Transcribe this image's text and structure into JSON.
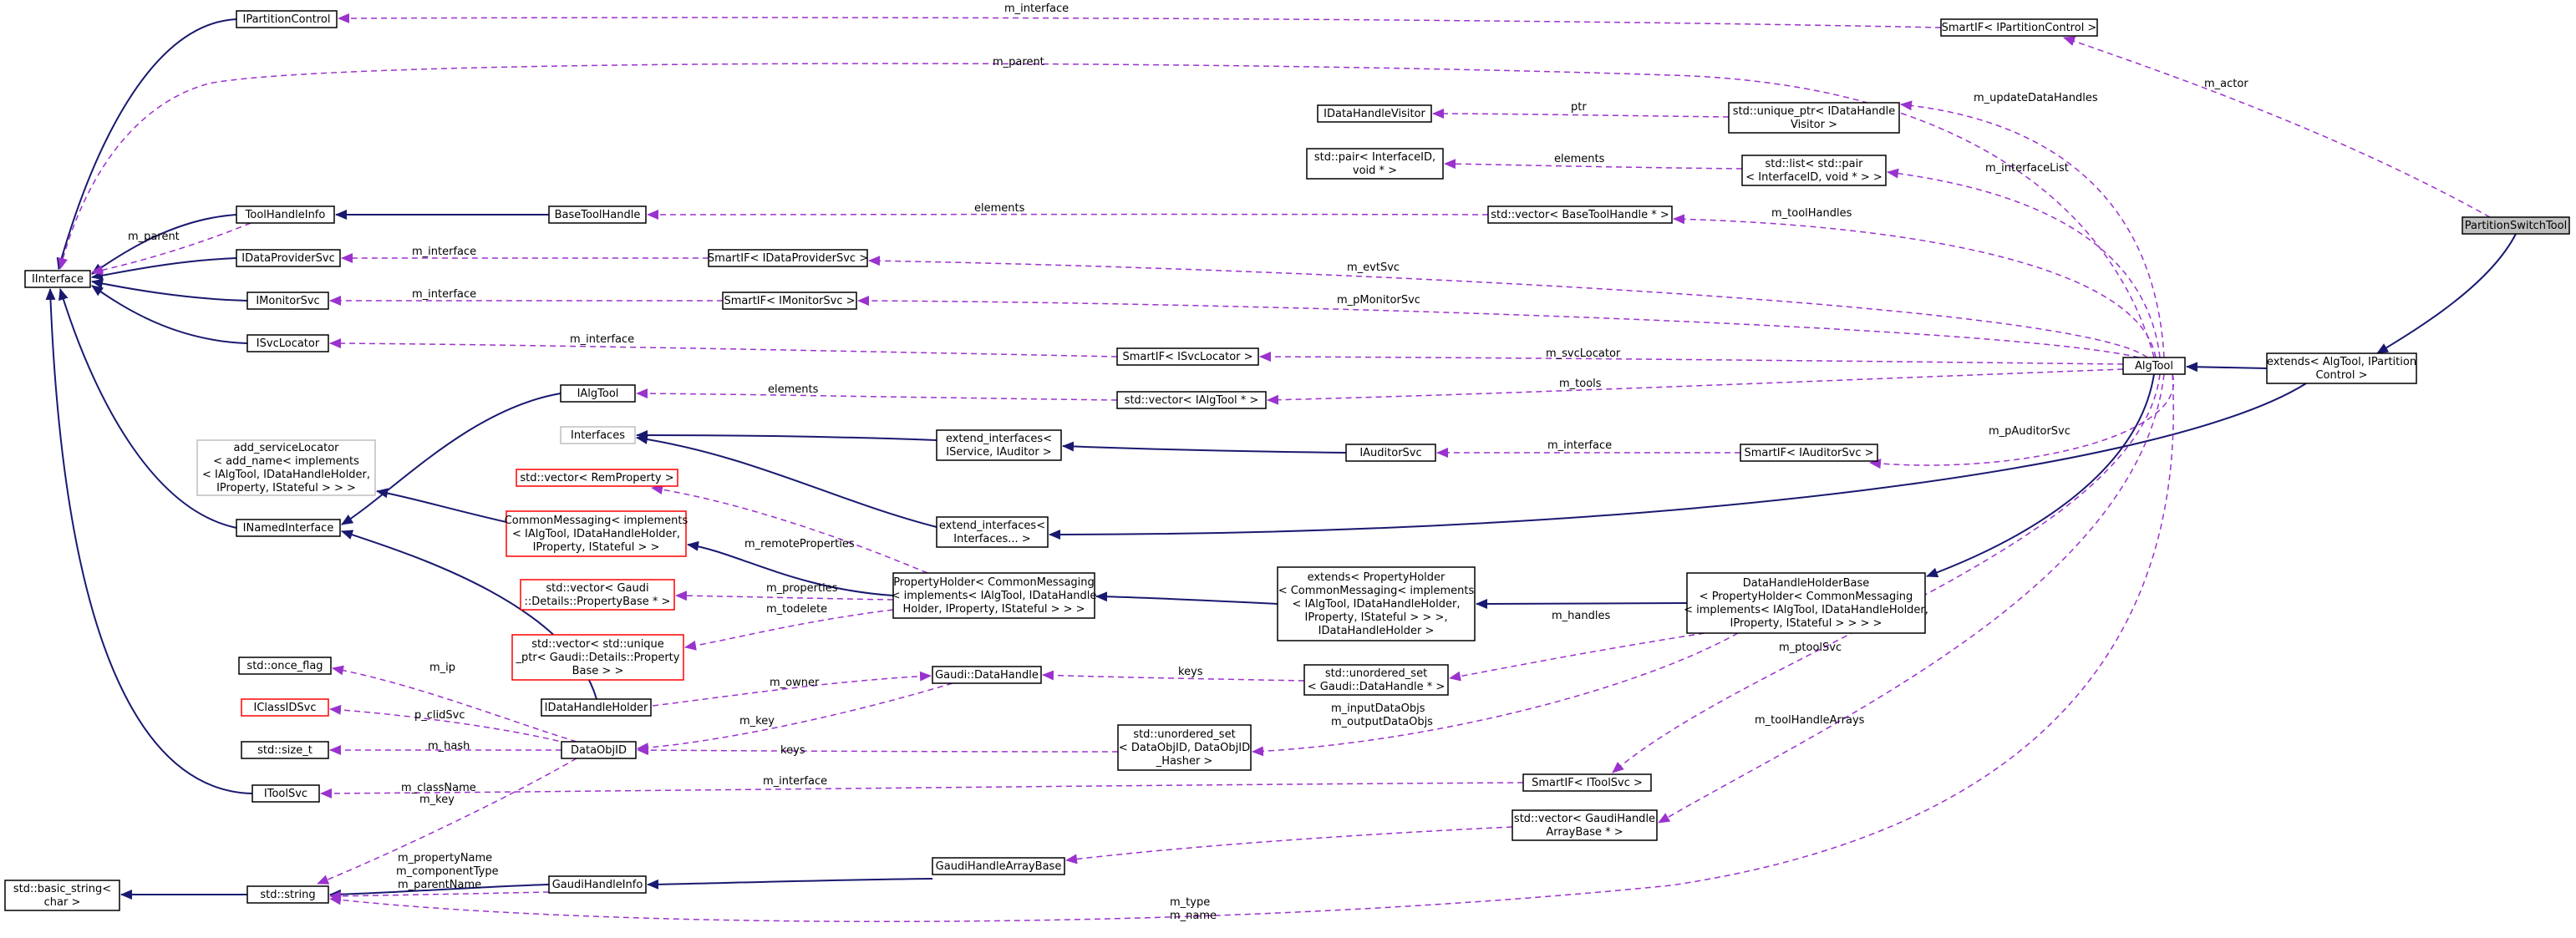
{
  "nodes": [
    {
      "id": "ipartitioncontrol",
      "lines": [
        "IPartitionControl"
      ]
    },
    {
      "id": "iinterface",
      "lines": [
        "IInterface"
      ]
    },
    {
      "id": "toolhandleinfo",
      "lines": [
        "ToolHandleInfo"
      ]
    },
    {
      "id": "idataprovidersvc",
      "lines": [
        "IDataProviderSvc"
      ]
    },
    {
      "id": "imonitorsvc",
      "lines": [
        "IMonitorSvc"
      ]
    },
    {
      "id": "isvclocator",
      "lines": [
        "ISvcLocator"
      ]
    },
    {
      "id": "add-servicelocator",
      "lines": [
        "add_serviceLocator",
        "< add_name< implements",
        "< IAlgTool, IDataHandleHolder,",
        "IProperty, IStateful > > >"
      ]
    },
    {
      "id": "inamedinterface",
      "lines": [
        "INamedInterface"
      ]
    },
    {
      "id": "std-once-flag",
      "lines": [
        "std::once_flag"
      ]
    },
    {
      "id": "iclassidsvc",
      "lines": [
        "IClassIDSvc"
      ]
    },
    {
      "id": "std-size-t",
      "lines": [
        "std::size_t"
      ]
    },
    {
      "id": "itoolsvc",
      "lines": [
        "IToolSvc"
      ]
    },
    {
      "id": "std-basic-string",
      "lines": [
        "std::basic_string<",
        "char >"
      ]
    },
    {
      "id": "std-string",
      "lines": [
        "std::string"
      ]
    },
    {
      "id": "basetoolhandle",
      "lines": [
        "BaseToolHandle"
      ]
    },
    {
      "id": "ialgtool",
      "lines": [
        "IAlgTool"
      ]
    },
    {
      "id": "interfaces",
      "lines": [
        "Interfaces"
      ]
    },
    {
      "id": "vector-remproperty",
      "lines": [
        "std::vector< RemProperty >"
      ]
    },
    {
      "id": "commonmessaging",
      "lines": [
        "CommonMessaging< implements",
        "< IAlgTool, IDataHandleHolder,",
        "IProperty, IStateful > >"
      ]
    },
    {
      "id": "vector-propertybase",
      "lines": [
        "std::vector< Gaudi",
        "::Details::PropertyBase * >"
      ]
    },
    {
      "id": "vector-unique-propertybase",
      "lines": [
        "std::vector< std::unique",
        "_ptr< Gaudi::Details::Property",
        "Base > >"
      ]
    },
    {
      "id": "idatahandleholder",
      "lines": [
        "IDataHandleHolder"
      ]
    },
    {
      "id": "dataobjid",
      "lines": [
        "DataObjID"
      ]
    },
    {
      "id": "gaudihandleinfo",
      "lines": [
        "GaudiHandleInfo"
      ]
    },
    {
      "id": "smartif-ipartitioncontrol",
      "lines": [
        "SmartIF< IPartitionControl >"
      ]
    },
    {
      "id": "idatahandlevisitor",
      "lines": [
        "IDataHandleVisitor"
      ]
    },
    {
      "id": "pair-interfaceid",
      "lines": [
        "std::pair< InterfaceID,",
        "void * >"
      ]
    },
    {
      "id": "smartif-idataprovidersvc",
      "lines": [
        "SmartIF< IDataProviderSvc >"
      ]
    },
    {
      "id": "smartif-imonitorsvc",
      "lines": [
        "SmartIF< IMonitorSvc >"
      ]
    },
    {
      "id": "extend-interfaces-iservice",
      "lines": [
        "extend_interfaces<",
        "IService, IAuditor >"
      ]
    },
    {
      "id": "extend-interfaces-interfaces",
      "lines": [
        "extend_interfaces<",
        "Interfaces... >"
      ]
    },
    {
      "id": "propertyholder",
      "lines": [
        "PropertyHolder< CommonMessaging",
        "< implements< IAlgTool, IDataHandle",
        "Holder, IProperty, IStateful > > >"
      ]
    },
    {
      "id": "gaudi-datahandle",
      "lines": [
        "Gaudi::DataHandle"
      ]
    },
    {
      "id": "unordered-set-dataobjid",
      "lines": [
        "std::unordered_set",
        "< DataObjID, DataObjID",
        "_Hasher >"
      ]
    },
    {
      "id": "gaudihandlearraybase",
      "lines": [
        "GaudiHandleArrayBase"
      ]
    },
    {
      "id": "unique-ptr-idatahandlevisitor",
      "lines": [
        "std::unique_ptr< IDataHandle",
        "Visitor >"
      ]
    },
    {
      "id": "list-pair-interfaceid",
      "lines": [
        "std::list< std::pair",
        "< InterfaceID, void * > >"
      ]
    },
    {
      "id": "vector-basetoolhandle",
      "lines": [
        "std::vector< BaseToolHandle * >"
      ]
    },
    {
      "id": "smartif-isvclocator",
      "lines": [
        "SmartIF< ISvcLocator >"
      ]
    },
    {
      "id": "vector-ialgtool",
      "lines": [
        "std::vector< IAlgTool * >"
      ]
    },
    {
      "id": "iauditorsvc",
      "lines": [
        "IAuditorSvc"
      ]
    },
    {
      "id": "smartif-iauditorsvc",
      "lines": [
        "SmartIF< IAuditorSvc >"
      ]
    },
    {
      "id": "extends-propertyholder",
      "lines": [
        "extends< PropertyHolder",
        "< CommonMessaging< implements",
        "< IAlgTool, IDataHandleHolder,",
        "IProperty, IStateful > > >,",
        "IDataHandleHolder >"
      ]
    },
    {
      "id": "unordered-set-datahandle",
      "lines": [
        "std::unordered_set",
        "< Gaudi::DataHandle * >"
      ]
    },
    {
      "id": "smartif-itoolsvc",
      "lines": [
        "SmartIF< IToolSvc >"
      ]
    },
    {
      "id": "vector-gaudihandlearraybase",
      "lines": [
        "std::vector< GaudiHandle",
        "ArrayBase * >"
      ]
    },
    {
      "id": "datahandleholderbase",
      "lines": [
        "DataHandleHolderBase",
        "< PropertyHolder< CommonMessaging",
        "< implements< IAlgTool, IDataHandleHolder,",
        "IProperty, IStateful > > > >"
      ]
    },
    {
      "id": "algtool",
      "lines": [
        "AlgTool"
      ]
    },
    {
      "id": "extends-algtool",
      "lines": [
        "extends< AlgTool, IPartition",
        "Control >"
      ]
    },
    {
      "id": "partitionswitchtool",
      "lines": [
        "PartitionSwitchTool"
      ]
    }
  ],
  "edge_labels": [
    {
      "id": "m-interface-top",
      "text": "m_interface"
    },
    {
      "id": "m-parent-top",
      "text": "m_parent"
    },
    {
      "id": "m-actor",
      "text": "m_actor"
    },
    {
      "id": "m-parent-toolhandleinfo",
      "text": "m_parent"
    },
    {
      "id": "ptr",
      "text": "ptr"
    },
    {
      "id": "m-updatedatahandles",
      "text": "m_updateDataHandles"
    },
    {
      "id": "elements-pair",
      "text": "elements"
    },
    {
      "id": "m-interfacelist",
      "text": "m_interfaceList"
    },
    {
      "id": "elements-basetoolhandle",
      "text": "elements"
    },
    {
      "id": "m-toolhandles",
      "text": "m_toolHandles"
    },
    {
      "id": "m-interface-dps",
      "text": "m_interface"
    },
    {
      "id": "m-evtsvc",
      "text": "m_evtSvc"
    },
    {
      "id": "m-interface-mon",
      "text": "m_interface"
    },
    {
      "id": "m-pmonitorsvc",
      "text": "m_pMonitorSvc"
    },
    {
      "id": "m-interface-svcloc",
      "text": "m_interface"
    },
    {
      "id": "m-svclocator",
      "text": "m_svcLocator"
    },
    {
      "id": "elements-ialgtool",
      "text": "elements"
    },
    {
      "id": "m-tools",
      "text": "m_tools"
    },
    {
      "id": "m-interface-aud",
      "text": "m_interface"
    },
    {
      "id": "m-pauditorsvc",
      "text": "m_pAuditorSvc"
    },
    {
      "id": "m-remoteproperties",
      "text": "m_remoteProperties"
    },
    {
      "id": "m-properties",
      "text": "m_properties"
    },
    {
      "id": "m-todelete",
      "text": "m_todelete"
    },
    {
      "id": "m-handles",
      "text": "m_handles"
    },
    {
      "id": "m-ip",
      "text": "m_ip"
    },
    {
      "id": "m-owner",
      "text": "m_owner"
    },
    {
      "id": "keys-datahandle",
      "text": "keys"
    },
    {
      "id": "m-ptoolsvc",
      "text": "m_ptoolSvc"
    },
    {
      "id": "p-clidsvc",
      "text": "p_clidSvc"
    },
    {
      "id": "m-key",
      "text": "m_key"
    },
    {
      "id": "m-inputdataobjs",
      "text": "m_inputDataObjs"
    },
    {
      "id": "m-outputdataobjs",
      "text": "m_outputDataObjs"
    },
    {
      "id": "m-toolhandlearrays",
      "text": "m_toolHandleArrays"
    },
    {
      "id": "m-hash",
      "text": "m_hash"
    },
    {
      "id": "keys-dataobjid",
      "text": "keys"
    },
    {
      "id": "m-classname",
      "text": "m_className"
    },
    {
      "id": "m-key-string",
      "text": "m_key"
    },
    {
      "id": "m-interface-toolsvc",
      "text": "m_interface"
    },
    {
      "id": "elements-gaudihandlearray",
      "text": "elements"
    },
    {
      "id": "m-propertyname",
      "text": "m_propertyName"
    },
    {
      "id": "m-componenttype",
      "text": "m_componentType"
    },
    {
      "id": "m-parentname",
      "text": "m_parentName"
    },
    {
      "id": "m-type",
      "text": "m_type"
    },
    {
      "id": "m-name",
      "text": "m_name"
    }
  ]
}
